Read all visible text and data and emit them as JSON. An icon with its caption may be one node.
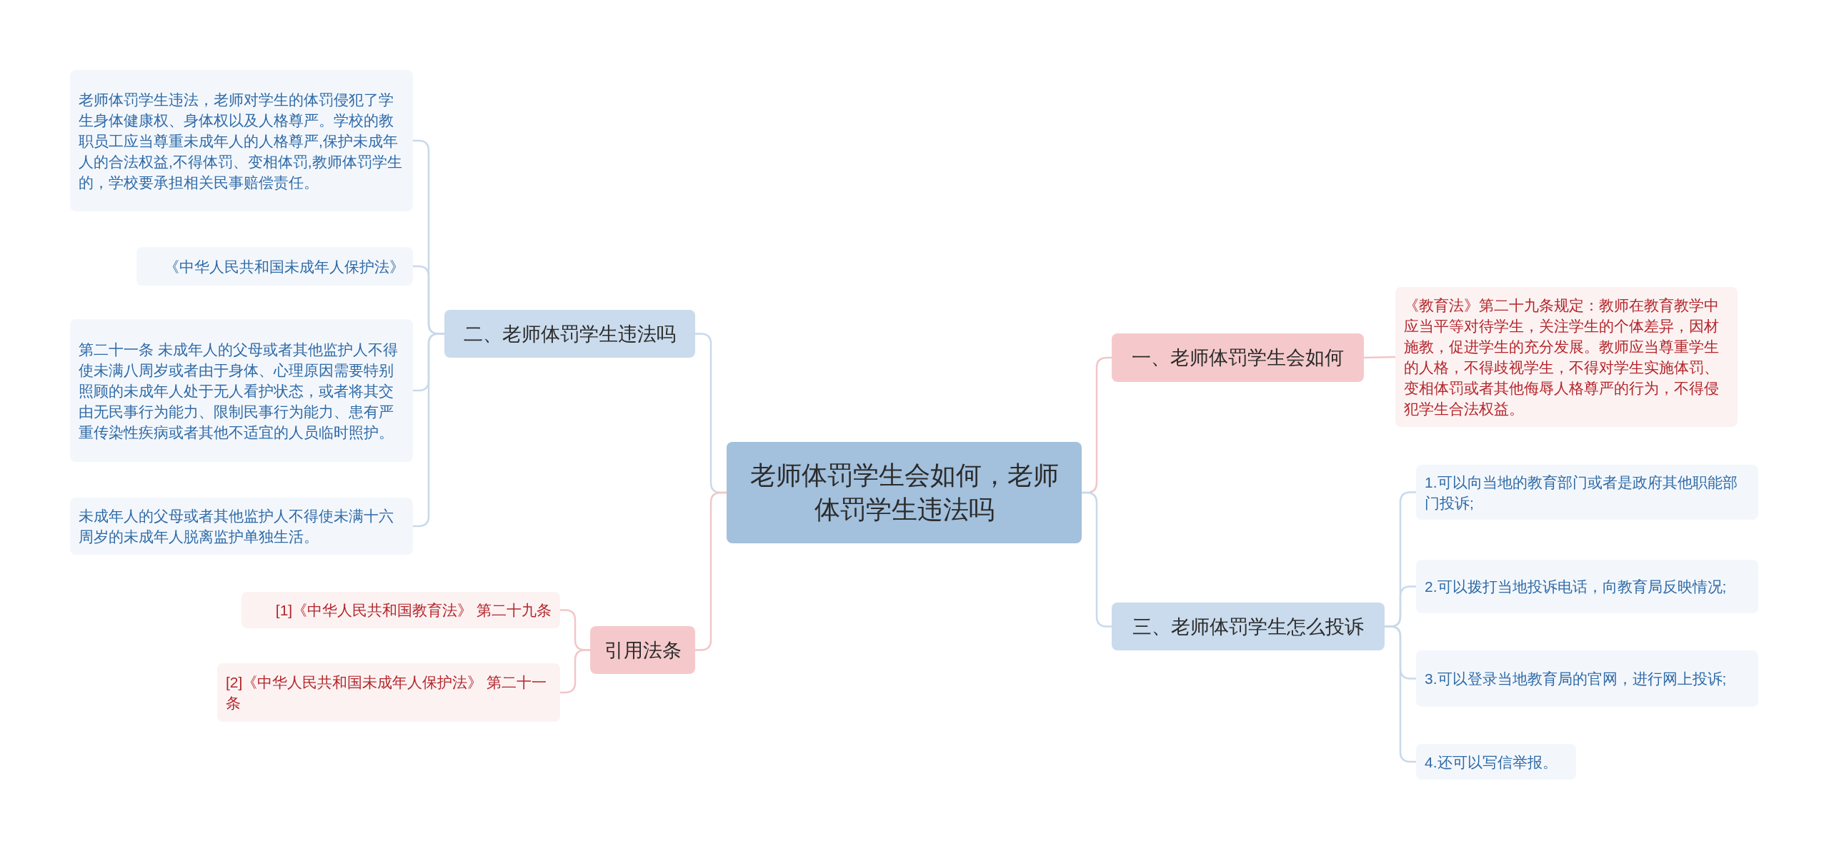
{
  "diagram": {
    "nodes": [
      {
        "text": [
          "老师体罚学生会如何，老师体罚学生违法吗"
        ]
      },
      {
        "text": [
          "一、老师体罚学生会如何"
        ]
      },
      {
        "text": [
          "《教育法》第二十九条规定：教师在教育教学中应当平等对待学生，关注学生的个体差异，因材施教，促进学生的充分发展。教师应当尊重学生的人格，不得歧视学生，不得对学生实施体罚、变相体罚或者其他侮辱人格尊严的行为，不得侵犯学生合法权益。"
        ]
      },
      {
        "text": [
          "三、老师体罚学生怎么投诉"
        ]
      },
      {
        "text": [
          "1.可以向当地的教育部门或者是政府其他职能部门投诉;"
        ]
      },
      {
        "text": [
          "2.可以拨打当地投诉电话，向教育局反映情况;"
        ]
      },
      {
        "text": [
          "3.可以登录当地教育局的官网，进行网上投诉;"
        ]
      },
      {
        "text": [
          "4.还可以写信举报。"
        ]
      },
      {
        "text": [
          "二、老师体罚学生违法吗"
        ]
      },
      {
        "text": [
          "老师体罚学生违法，老师对学生的体罚侵犯了学生身体健康权、身体权以及人格尊严。学校的教职员工应当尊重未成年人的人格尊严,保护未成年人的合法权益,不得体罚、变相体罚,教师体罚学生的，学校要承担相关民事赔偿责任。"
        ]
      },
      {
        "text": [
          "《中华人民共和国未成年人保护法》"
        ]
      },
      {
        "text": [
          "第二十一条 未成年人的父母或者其他监护人不得使未满八周岁或者由于身体、心理原因需要特别照顾的未成年人处于无人看护状态，或者将其交由无民事行为能力、限制民事行为能力、患有严重传染性疾病或者其他不适宜的人员临时照护。"
        ]
      },
      {
        "text": [
          "未成年人的父母或者其他监护人不得使未满十六周岁的未成年人脱离监护单独生活。"
        ]
      },
      {
        "text": [
          "引用法条"
        ]
      },
      {
        "text": [
          "[1]《中华人民共和国教育法》 第二十九条"
        ]
      },
      {
        "text": [
          "[2]《中华人民共和国未成年人保护法》 第二十一条"
        ]
      }
    ],
    "edges": [
      {
        "from": 0,
        "to": 1,
        "arrow": "none",
        "color": "#f2c6c8"
      },
      {
        "from": 1,
        "to": 2,
        "arrow": "none",
        "color": "#f2c6c8"
      },
      {
        "from": 0,
        "to": 3,
        "arrow": "none"
      },
      {
        "from": 3,
        "to": 4,
        "arrow": "none"
      },
      {
        "from": 3,
        "to": 5,
        "arrow": "none"
      },
      {
        "from": 3,
        "to": 6,
        "arrow": "none"
      },
      {
        "from": 3,
        "to": 7,
        "arrow": "none"
      },
      {
        "from": 0,
        "to": 8,
        "arrow": "none"
      },
      {
        "from": 8,
        "to": 9,
        "arrow": "none"
      },
      {
        "from": 8,
        "to": 10,
        "arrow": "none"
      },
      {
        "from": 8,
        "to": 11,
        "arrow": "none"
      },
      {
        "from": 8,
        "to": 12,
        "arrow": "none"
      },
      {
        "from": 0,
        "to": 13,
        "arrow": "none",
        "color": "#f2c6c8"
      },
      {
        "from": 13,
        "to": 14,
        "arrow": "none",
        "color": "#f2c6c8"
      },
      {
        "from": 13,
        "to": 15,
        "arrow": "none",
        "color": "#f2c6c8"
      }
    ]
  }
}
